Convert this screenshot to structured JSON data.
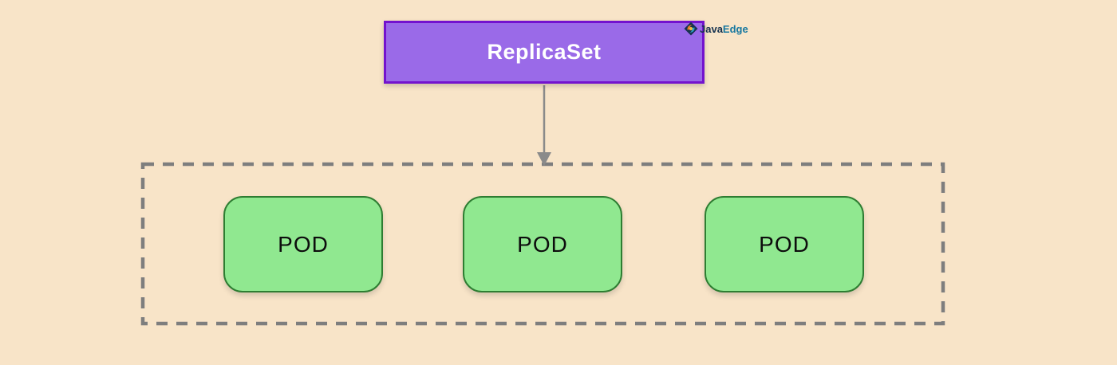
{
  "diagram": {
    "replicaset_label": "ReplicaSet",
    "pods": [
      {
        "label": "POD"
      },
      {
        "label": "POD"
      },
      {
        "label": "POD"
      }
    ],
    "watermark": {
      "java": "Java",
      "edge": "Edge"
    },
    "colors": {
      "background": "#f8e4c8",
      "replicaset_fill": "#9a6ae8",
      "replicaset_border": "#7312ce",
      "replicaset_text": "#ffffff",
      "pod_fill": "#90e890",
      "pod_border": "#2e7d32",
      "pod_text": "#0d0d0d",
      "dashed_boundary": "#7e7e7e",
      "arrow": "#8a8a8a",
      "watermark_java": "#16324f",
      "watermark_edge": "#1878a0"
    }
  }
}
